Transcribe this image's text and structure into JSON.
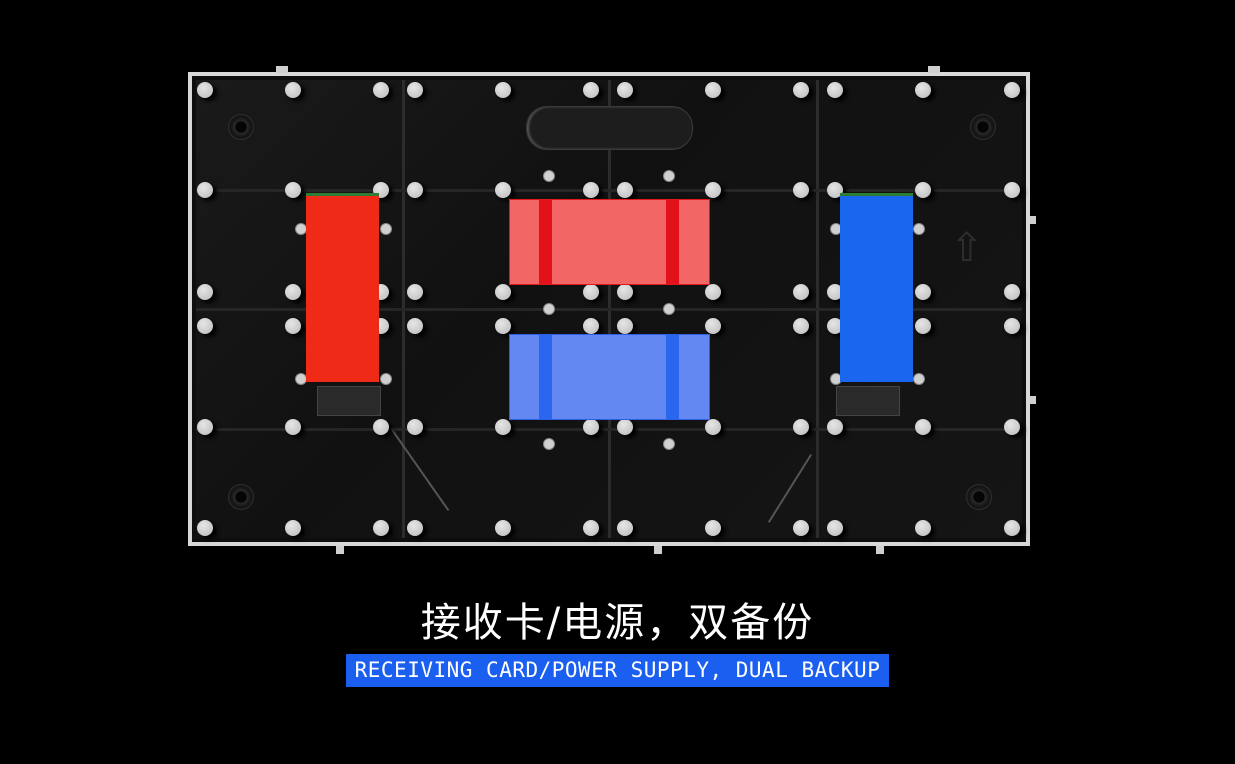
{
  "caption": {
    "chinese": "接收卡/电源，双备份",
    "english": "RECEIVING CARD/POWER SUPPLY, DUAL BACKUP"
  },
  "colors": {
    "background": "#000000",
    "frame": "#d8d8d8",
    "receiving_card_primary": "#ef2a16",
    "receiving_card_backup": "#1a66ef",
    "power_supply_primary": "#f26666",
    "power_supply_backup": "#6488f2",
    "caption_banner": "#1a5ff0"
  },
  "components": {
    "receiving_cards": [
      {
        "role": "primary",
        "color": "red",
        "position": "left"
      },
      {
        "role": "backup",
        "color": "blue",
        "position": "right"
      }
    ],
    "power_supplies": [
      {
        "role": "primary",
        "color": "red",
        "position": "top-center"
      },
      {
        "role": "backup",
        "color": "blue",
        "position": "bottom-center"
      }
    ]
  },
  "icons": {
    "direction_arrow": "up-arrow-icon",
    "handle": "cabinet-handle"
  }
}
